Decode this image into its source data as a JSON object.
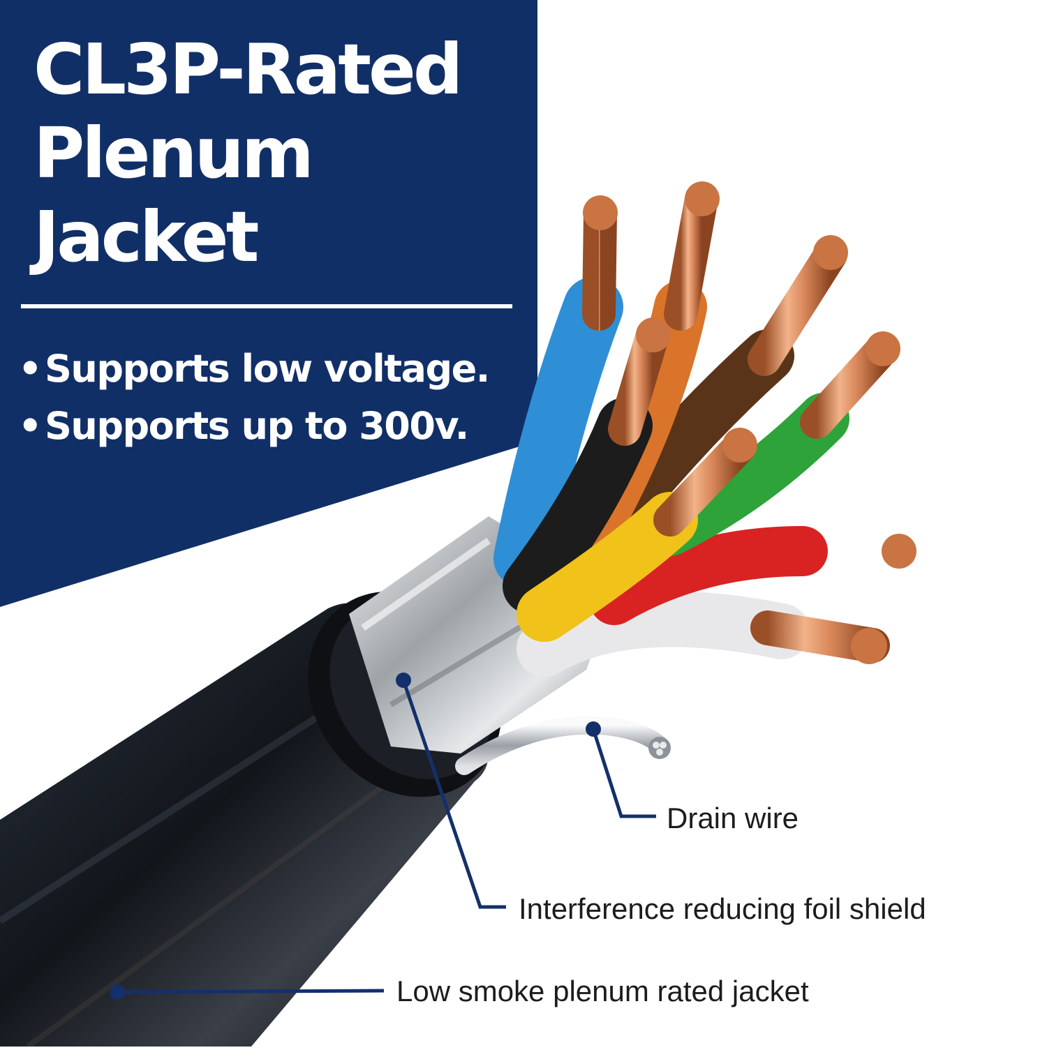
{
  "headline": {
    "line1": "CL3P-Rated",
    "line2": "Plenum",
    "line3": "Jacket"
  },
  "bullets": [
    {
      "marker": "•",
      "text": "Supports low voltage."
    },
    {
      "marker": "•",
      "text": "Supports up to 300v."
    }
  ],
  "callouts": {
    "drain_wire": "Drain wire",
    "foil_shield": "Interference reducing foil shield",
    "jacket": "Low smoke plenum rated jacket"
  },
  "colors": {
    "panel": "#112f67",
    "callout_line": "#14306a",
    "jacket": "#15181d",
    "copper": "#d9875a",
    "wire_blue": "#2f8fd6",
    "wire_orange": "#d9742a",
    "wire_brown": "#5a3418",
    "wire_green": "#2ea33a",
    "wire_black": "#1c1c1c",
    "wire_yellow": "#f0c21a",
    "wire_red": "#d92323",
    "wire_white": "#e8e8ea"
  }
}
